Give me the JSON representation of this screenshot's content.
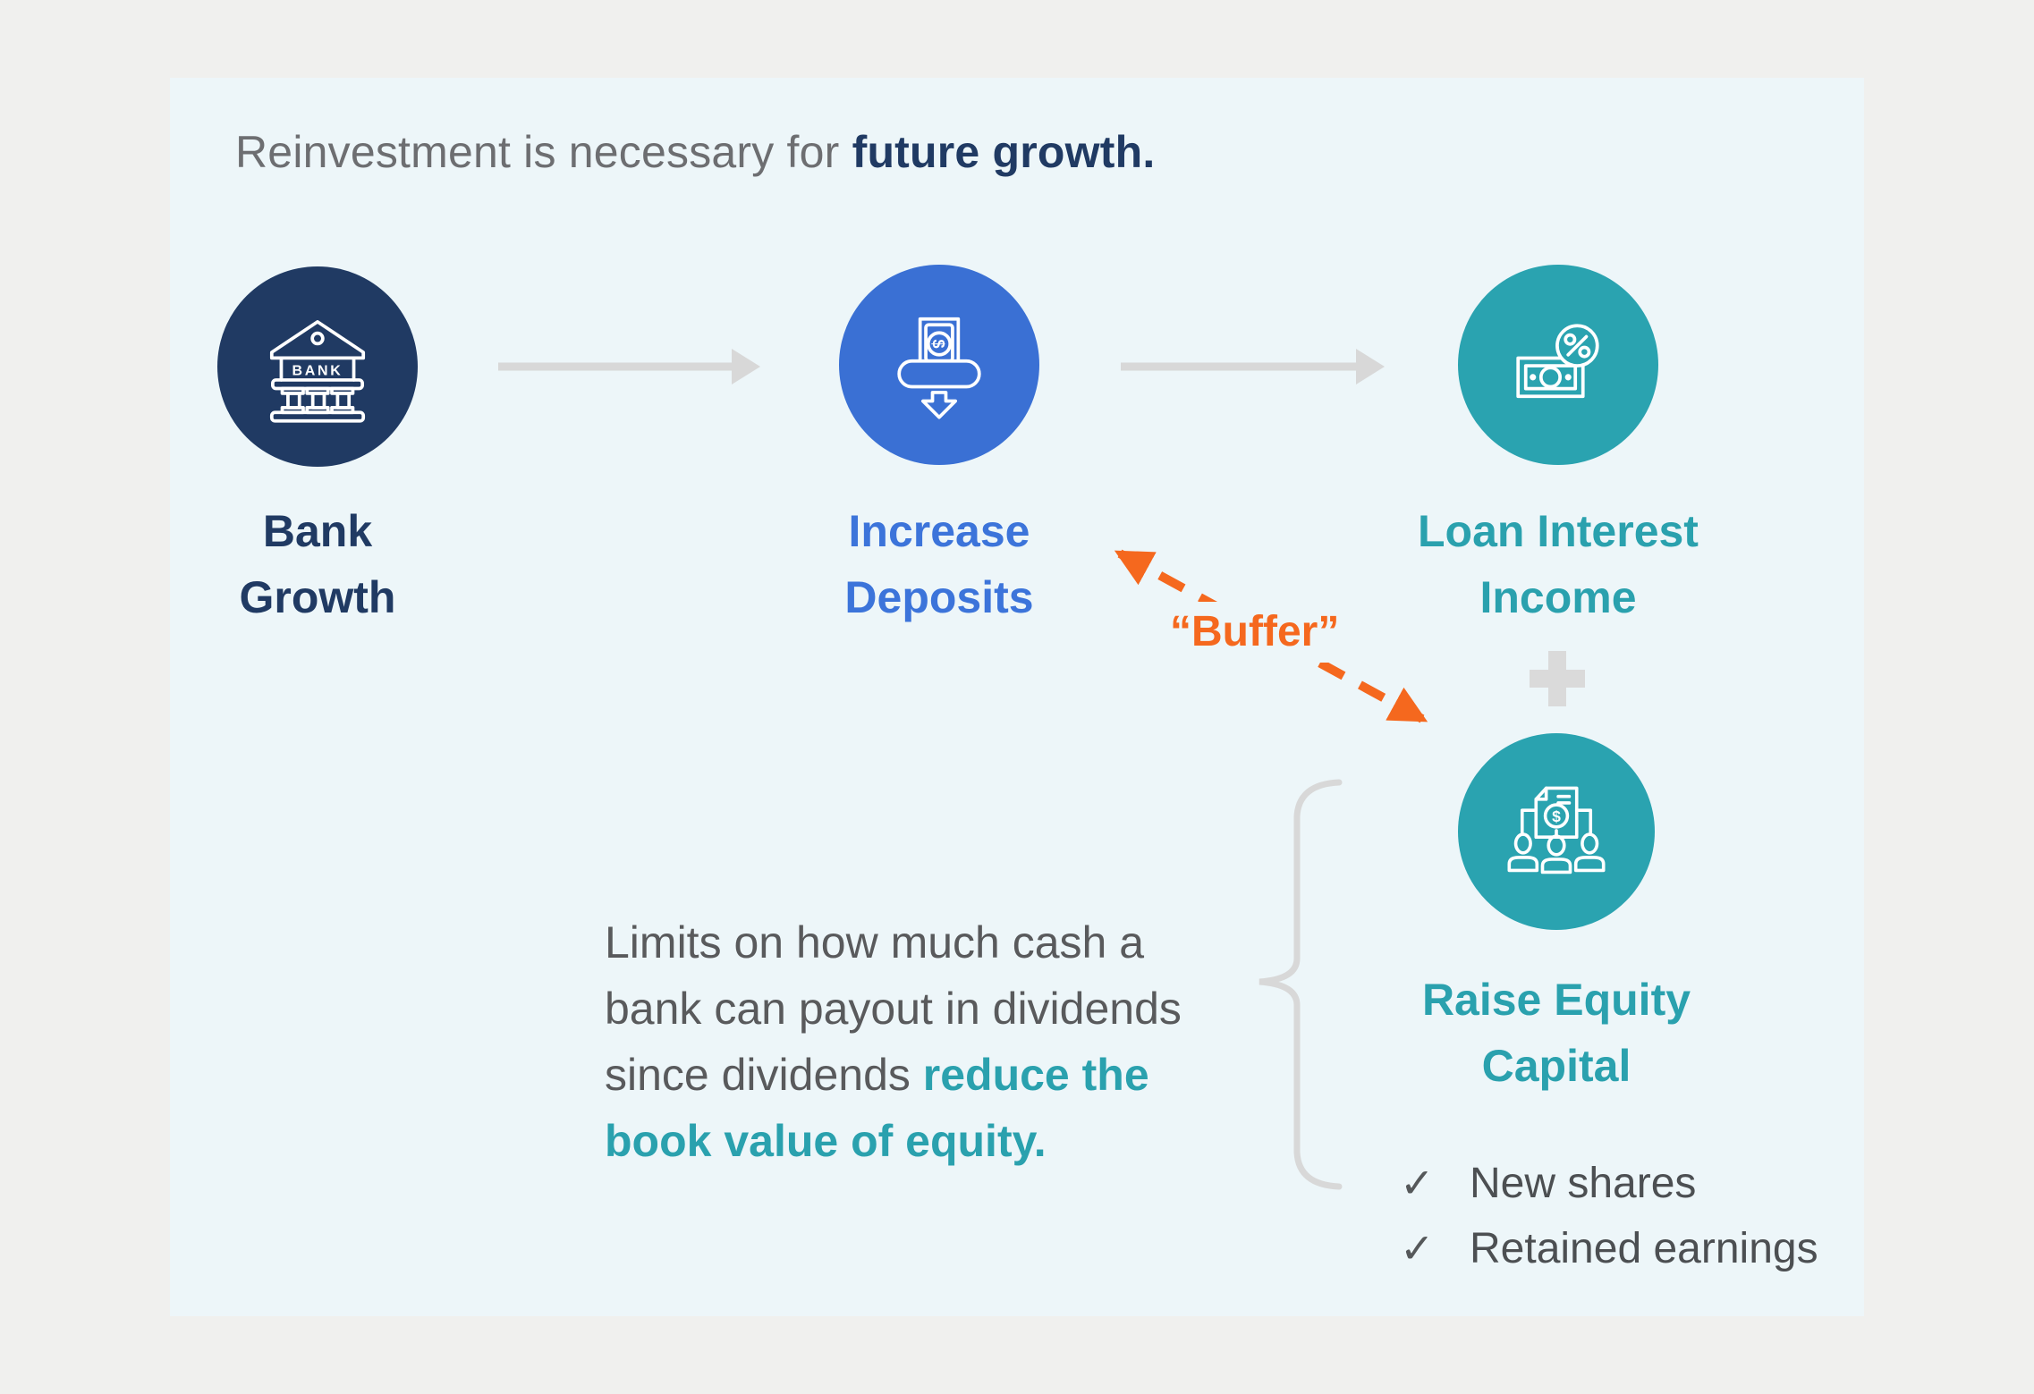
{
  "title": {
    "regular": "Reinvestment is necessary for ",
    "emphasis": "future growth."
  },
  "flow": {
    "nodes": [
      {
        "id": "bank-growth",
        "label_lines": [
          "Bank",
          "Growth"
        ]
      },
      {
        "id": "increase-deposits",
        "label_lines": [
          "Increase",
          "Deposits"
        ]
      },
      {
        "id": "loan-interest-income",
        "label_lines": [
          "Loan Interest",
          "Income"
        ]
      },
      {
        "id": "raise-equity-capital",
        "label_lines": [
          "Raise Equity",
          "Capital"
        ]
      }
    ],
    "bank_icon_text": "BANK",
    "currency_symbol": "$"
  },
  "buffer_label": "“Buffer”",
  "note_lines": [
    [
      {
        "text": "Limits on how much cash a",
        "emphasis": false
      }
    ],
    [
      {
        "text": "bank can payout in dividends",
        "emphasis": false
      }
    ],
    [
      {
        "text": "since dividends ",
        "emphasis": false
      },
      {
        "text": "reduce the",
        "emphasis": true
      }
    ],
    [
      {
        "text": "book value of equity.",
        "emphasis": true
      }
    ]
  ],
  "checklist": [
    {
      "check": "✓",
      "label": "New shares"
    },
    {
      "check": "✓",
      "label": "Retained earnings"
    }
  ],
  "colors": {
    "navy": "#203a63",
    "blue": "#3a70d4",
    "teal": "#2aa3b0",
    "orange": "#f5681e",
    "gray_text": "#6d6e71",
    "body_text": "#595a5c",
    "check_text": "#4c4f52",
    "shape_gray": "#d8d8d8",
    "card_bg": "#edf6f9",
    "page_bg": "#f0f0ee"
  }
}
